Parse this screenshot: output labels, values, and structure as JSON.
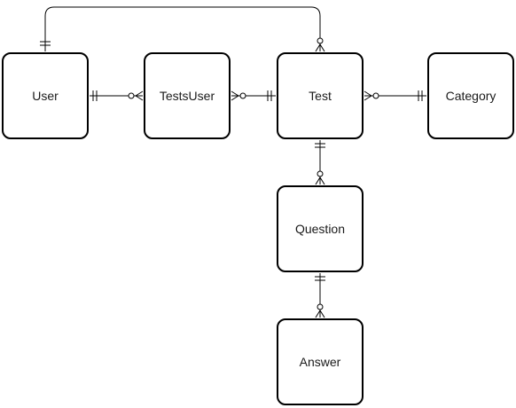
{
  "diagram": {
    "type": "entity-relationship",
    "entities": {
      "user": "User",
      "tests_user": "TestsUser",
      "test": "Test",
      "category": "Category",
      "question": "Question",
      "answer": "Answer"
    },
    "relationships": [
      {
        "from": "User",
        "from_cardinality": "one-and-only-one",
        "to": "Test",
        "to_cardinality": "zero-or-many"
      },
      {
        "from": "User",
        "from_cardinality": "one-and-only-one",
        "to": "TestsUser",
        "to_cardinality": "zero-or-many"
      },
      {
        "from": "TestsUser",
        "from_cardinality": "zero-or-many",
        "to": "Test",
        "to_cardinality": "one-and-only-one"
      },
      {
        "from": "Test",
        "from_cardinality": "zero-or-many",
        "to": "Category",
        "to_cardinality": "one-and-only-one"
      },
      {
        "from": "Test",
        "from_cardinality": "one-and-only-one",
        "to": "Question",
        "to_cardinality": "zero-or-many"
      },
      {
        "from": "Question",
        "from_cardinality": "one-and-only-one",
        "to": "Answer",
        "to_cardinality": "zero-or-many"
      }
    ],
    "colors": {
      "stroke": "#000000",
      "fill": "#ffffff",
      "text": "#1a1a1a"
    }
  }
}
